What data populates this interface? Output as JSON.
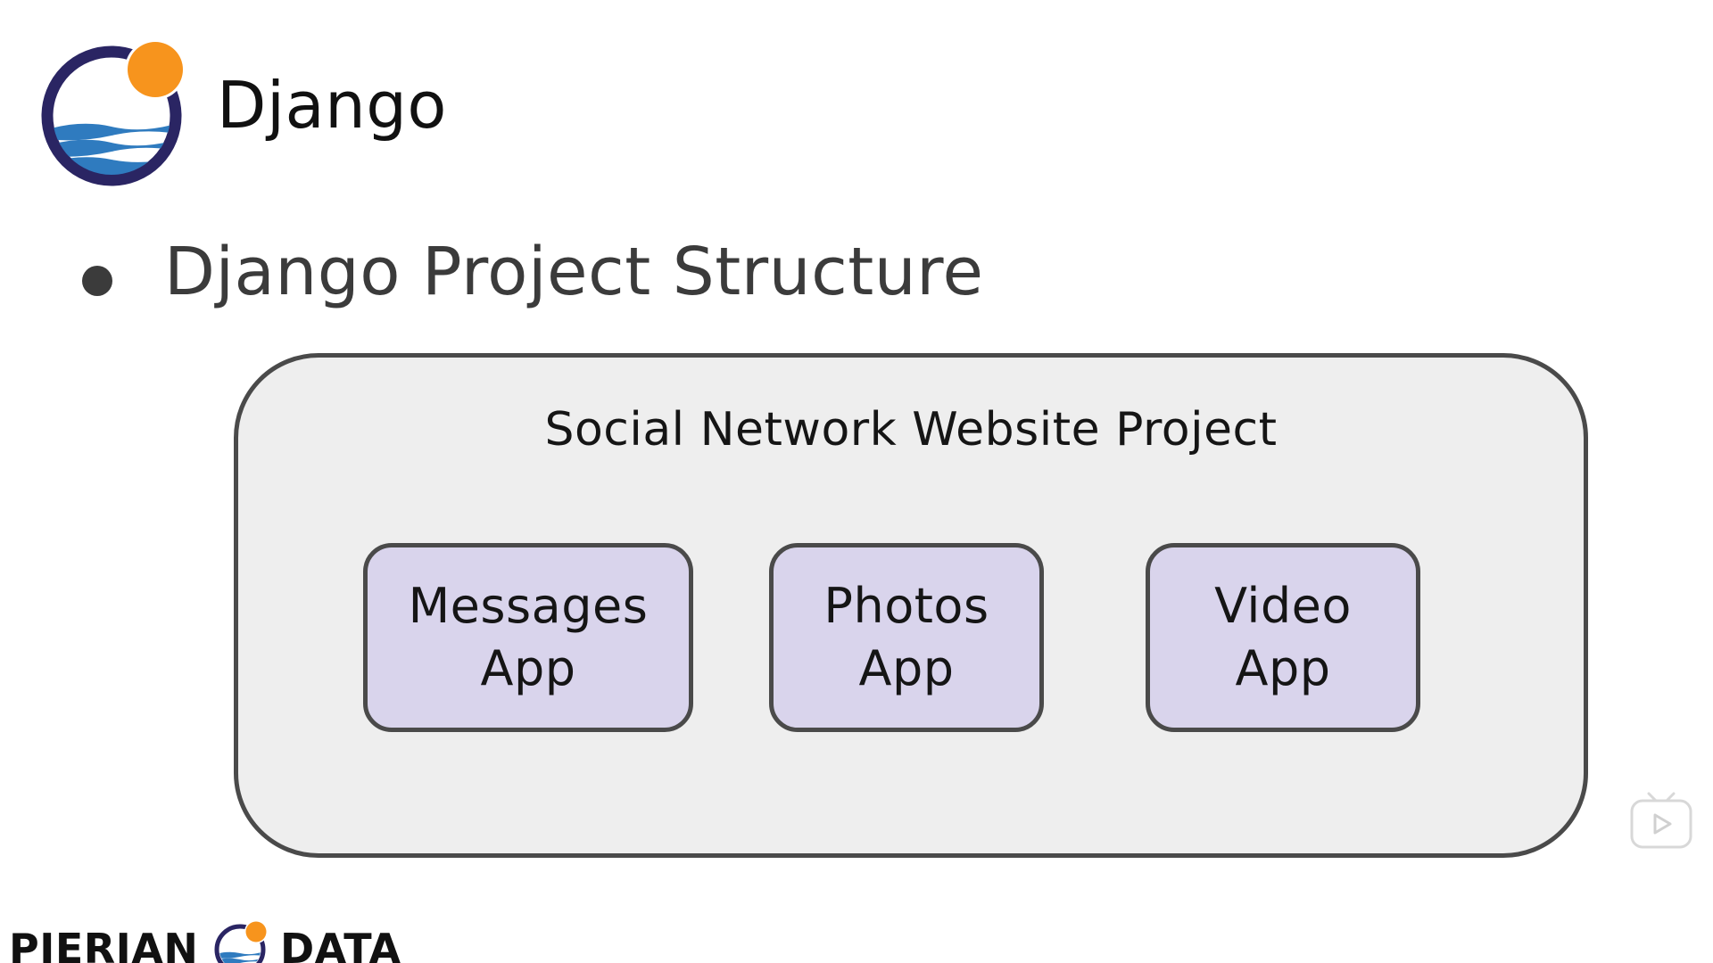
{
  "header": {
    "title": "Django",
    "logo_icon": "django-logo-icon"
  },
  "bullet": {
    "text": "Django Project Structure"
  },
  "diagram": {
    "project_label": "Social Network Website Project",
    "apps": [
      {
        "line1": "Messages",
        "line2": "App"
      },
      {
        "line1": "Photos",
        "line2": "App"
      },
      {
        "line1": "Video",
        "line2": "App"
      }
    ]
  },
  "footer": {
    "brand_left": "PIERIAN",
    "brand_right": "DATA",
    "logo_icon": "pierian-logo-icon"
  },
  "watermark": {
    "icon": "play-icon"
  },
  "colors": {
    "logo_ring": "#2a2563",
    "logo_sun": "#f7941d",
    "logo_wave": "#2f7bbf",
    "app_fill": "#d9d4ec",
    "project_fill": "#eeeeee",
    "border": "#4a4a4a"
  }
}
